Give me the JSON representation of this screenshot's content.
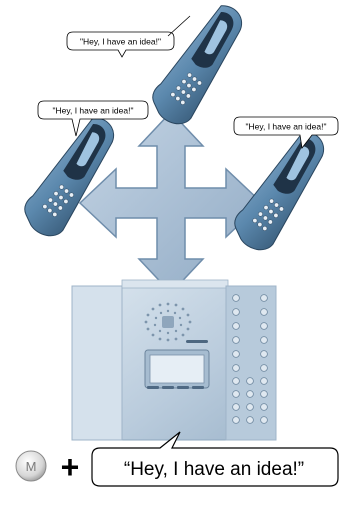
{
  "bubbles": {
    "top": "\"Hey, I have an idea!\"",
    "left": "\"Hey, I have an idea!\"",
    "right": "\"Hey, I have an idea!\""
  },
  "bottom": {
    "m_button_label": "M",
    "plus_sign": "+",
    "bubble_text": "“Hey, I have an idea!”"
  },
  "icons": {
    "phones": [
      "cordless-phone-icon",
      "cordless-phone-icon",
      "cordless-phone-icon"
    ],
    "arrow": "four-way-arrow-icon",
    "desk": "desk-intercom-phone-icon"
  },
  "colors": {
    "phone_body": "#5b88ad",
    "phone_dark": "#2f4f6b",
    "arrow_fill": "#a7bdd3",
    "arrow_stroke": "#6f8dab",
    "desk_phone": "#c3d3e2"
  }
}
